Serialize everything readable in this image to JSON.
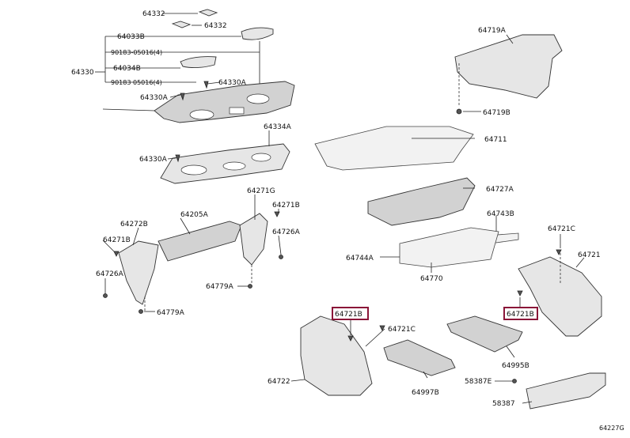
{
  "diagram_id": "64227G",
  "labels": {
    "p64332a": "64332",
    "p64332b": "64332",
    "p64033b": "64033B",
    "p90183a": "90183-05016(4)",
    "p64330": "64330",
    "p64034b": "64034B",
    "p90183b": "90183 05016(4)",
    "p64330a_1": "64330A",
    "p64330a_2": "64330A",
    "p64330a_3": "64330A",
    "p64334a": "64334A",
    "p64719a": "64719A",
    "p64719b": "64719B",
    "p64711": "64711",
    "p64727a": "64727A",
    "p64271g": "64271G",
    "p64271b_1": "64271B",
    "p64271b_2": "64271B",
    "p64272b": "64272B",
    "p64205a": "64205A",
    "p64726a_1": "64726A",
    "p64726a_2": "64726A",
    "p64779a_1": "64779A",
    "p64779a_2": "64779A",
    "p64743b": "64743B",
    "p64744a": "64744A",
    "p64770": "64770",
    "p64721c_1": "64721C",
    "p64721c_2": "64721C",
    "p64721": "64721",
    "p64721b_1": "64721B",
    "p64721b_2": "64721B",
    "p64722": "64722",
    "p64997b": "64997B",
    "p64995b": "64995B",
    "p58387e": "58387E",
    "p58387": "58387"
  },
  "highlight_color": "#8a1538"
}
